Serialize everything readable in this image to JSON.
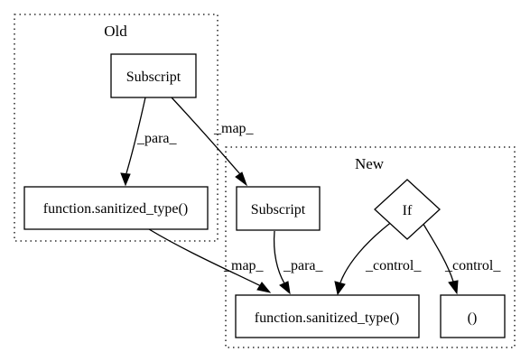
{
  "clusters": {
    "old": {
      "title": "Old"
    },
    "new": {
      "title": "New"
    }
  },
  "nodes": {
    "old_subscript": {
      "label": "Subscript"
    },
    "old_function": {
      "label": "function.sanitized_type()"
    },
    "new_subscript": {
      "label": "Subscript"
    },
    "new_if": {
      "label": "If"
    },
    "new_function": {
      "label": "function.sanitized_type()"
    },
    "new_tuple": {
      "label": "()"
    }
  },
  "edges": {
    "old_sub_to_old_func": {
      "label": "_para_"
    },
    "old_sub_to_new_sub": {
      "label": "_map_"
    },
    "old_func_to_new_func": {
      "label": "_map_"
    },
    "new_sub_to_new_func": {
      "label": "_para_"
    },
    "if_to_new_func": {
      "label": "_control_"
    },
    "if_to_tuple": {
      "label": "_control_"
    }
  }
}
